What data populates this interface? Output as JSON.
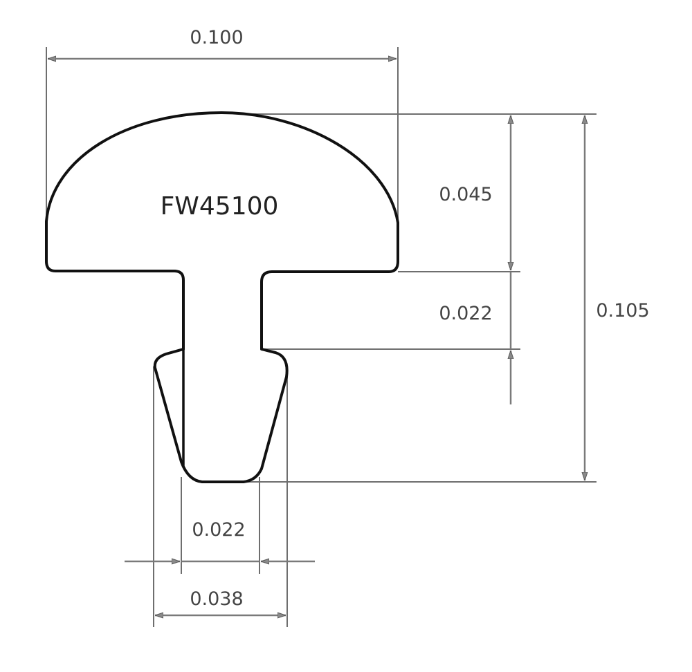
{
  "part_name": "FW45100",
  "dimensions": {
    "crown_width": "0.100",
    "crown_height": "0.045",
    "tang_depth": "0.022",
    "total_height": "0.105",
    "tang_width": "0.022",
    "barb_width": "0.038"
  },
  "colors": {
    "outline": "#111111",
    "dimension_lines": "#7a7a7a"
  }
}
